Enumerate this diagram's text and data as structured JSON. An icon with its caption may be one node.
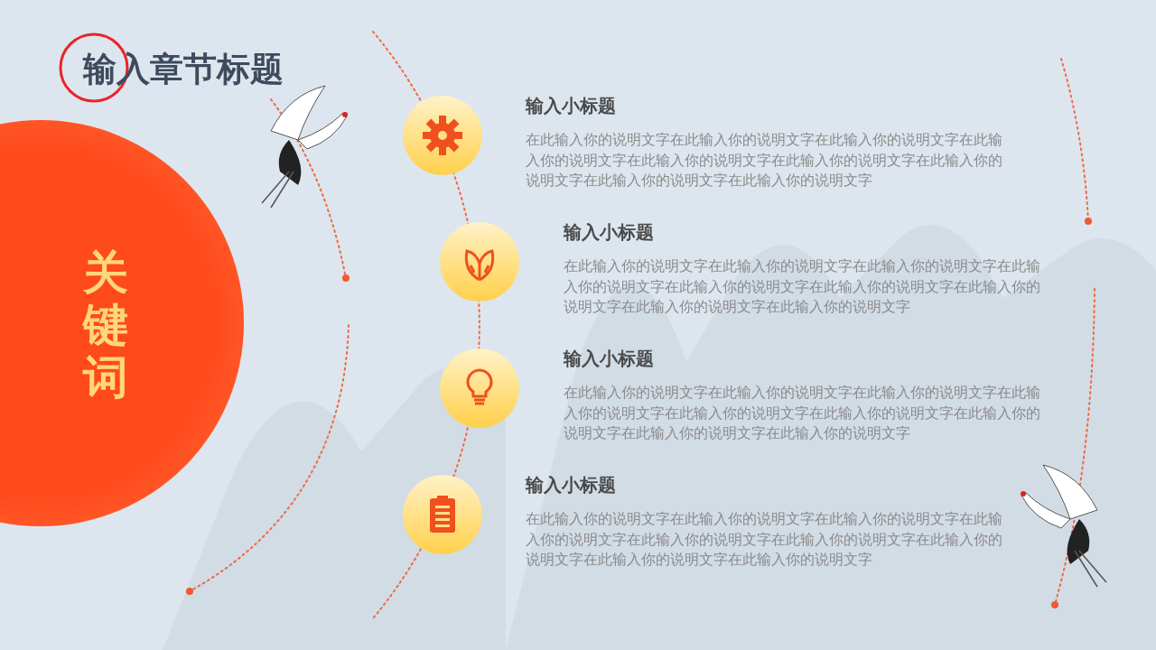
{
  "diagram": {
    "title": "输入章节标题",
    "nodes": [
      {
        "text": [
          "关键词"
        ]
      },
      {
        "text": [],
        "shape": "circle",
        "beside": [
          "输入小标题",
          "在此输入你的说明文字在此输入你的说明文字在此输入你的说明文字在此输入你的说明文字在此输入你的说明文字在此输入你的说明文字在此输入你的说明文字在此输入你的说明文字在此输入你的说明文字"
        ]
      },
      {
        "text": [],
        "shape": "circle",
        "beside": [
          "输入小标题",
          "在此输入你的说明文字在此输入你的说明文字在此输入你的说明文字在此输入你的说明文字在此输入你的说明文字在此输入你的说明文字在此输入你的说明文字在此输入你的说明文字在此输入你的说明文字"
        ]
      },
      {
        "text": [],
        "shape": "circle",
        "beside": [
          "输入小标题",
          "在此输入你的说明文字在此输入你的说明文字在此输入你的说明文字在此输入你的说明文字在此输入你的说明文字在此输入你的说明文字在此输入你的说明文字在此输入你的说明文字在此输入你的说明文字"
        ]
      },
      {
        "text": [],
        "shape": "circle",
        "beside": [
          "输入小标题",
          "在此输入你的说明文字在此输入你的说明文字在此输入你的说明文字在此输入你的说明文字在此输入你的说明文字在此输入你的说明文字在此输入你的说明文字在此输入你的说明文字在此输入你的说明文字"
        ]
      }
    ]
  }
}
